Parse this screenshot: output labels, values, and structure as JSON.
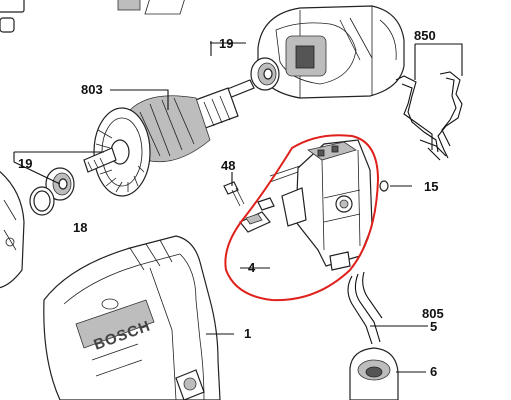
{
  "diagram": {
    "callouts": {
      "c19a": "19",
      "c803": "803",
      "c850": "850",
      "c19b": "19",
      "c18": "18",
      "c48": "48",
      "c15": "15",
      "c4": "4",
      "c1": "1",
      "c805": "805",
      "c5": "5",
      "c6": "6"
    },
    "brand_text": "BOSCH",
    "highlight_color": "#e0201b"
  }
}
